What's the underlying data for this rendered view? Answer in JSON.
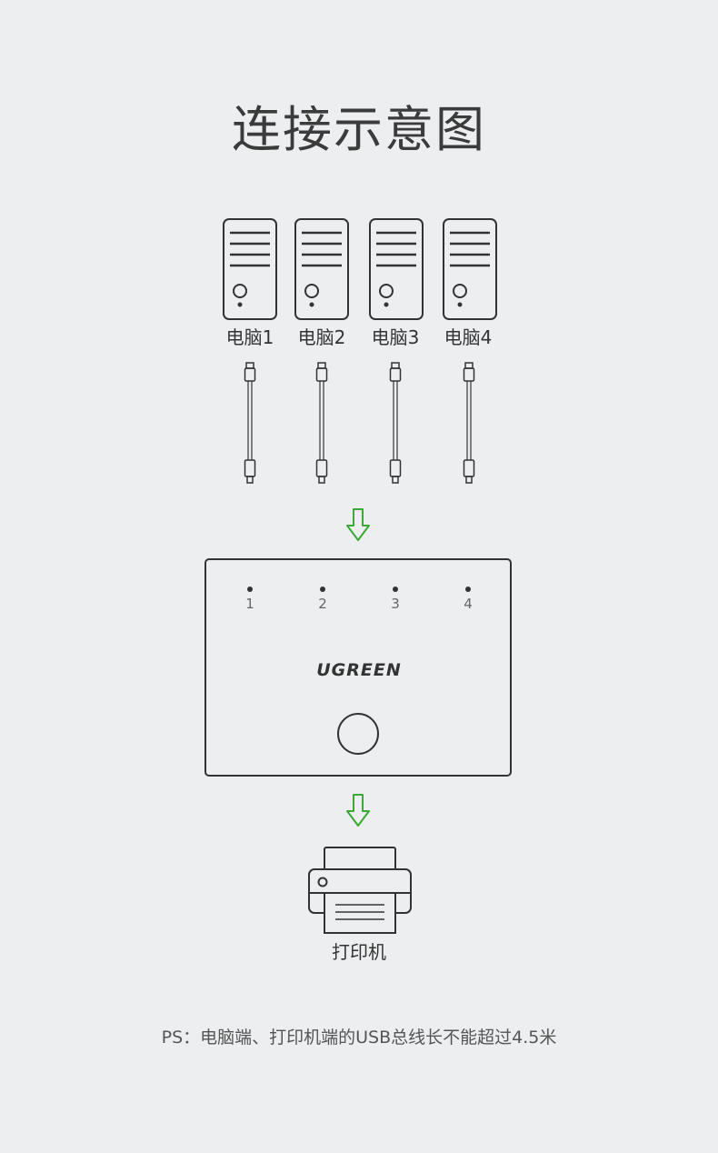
{
  "title": "连接示意图",
  "computers": [
    {
      "label": "电脑1"
    },
    {
      "label": "电脑2"
    },
    {
      "label": "电脑3"
    },
    {
      "label": "电脑4"
    }
  ],
  "switch": {
    "ports": [
      "1",
      "2",
      "3",
      "4"
    ],
    "brand": "UGREEN"
  },
  "printer": {
    "label": "打印机"
  },
  "note": "PS：电脑端、打印机端的USB总线长不能超过4.5米",
  "colors": {
    "background": "#eceef0",
    "line": "#333333",
    "arrow": "#3aaa35"
  },
  "icons": [
    "computer-tower-icon",
    "usb-cable-icon",
    "down-arrow-icon",
    "printer-icon"
  ]
}
